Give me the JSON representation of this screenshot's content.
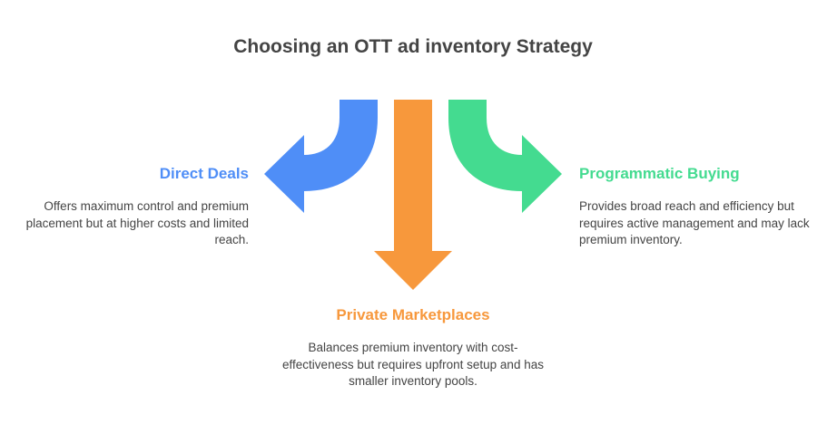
{
  "title": "Choosing an OTT ad inventory Strategy",
  "colors": {
    "direct": "#4f8ef7",
    "private": "#f7983c",
    "programmatic": "#44db90",
    "title": "#444444",
    "text": "#444444"
  },
  "options": {
    "direct": {
      "heading": "Direct Deals",
      "description": "Offers maximum control and premium placement but at higher costs and limited reach."
    },
    "private": {
      "heading": "Private Marketplaces",
      "description": "Balances premium inventory with cost-effectiveness but requires upfront setup and has smaller inventory pools."
    },
    "programmatic": {
      "heading": "Programmatic Buying",
      "description": "Provides broad reach and efficiency but requires active management and may lack premium inventory."
    }
  }
}
